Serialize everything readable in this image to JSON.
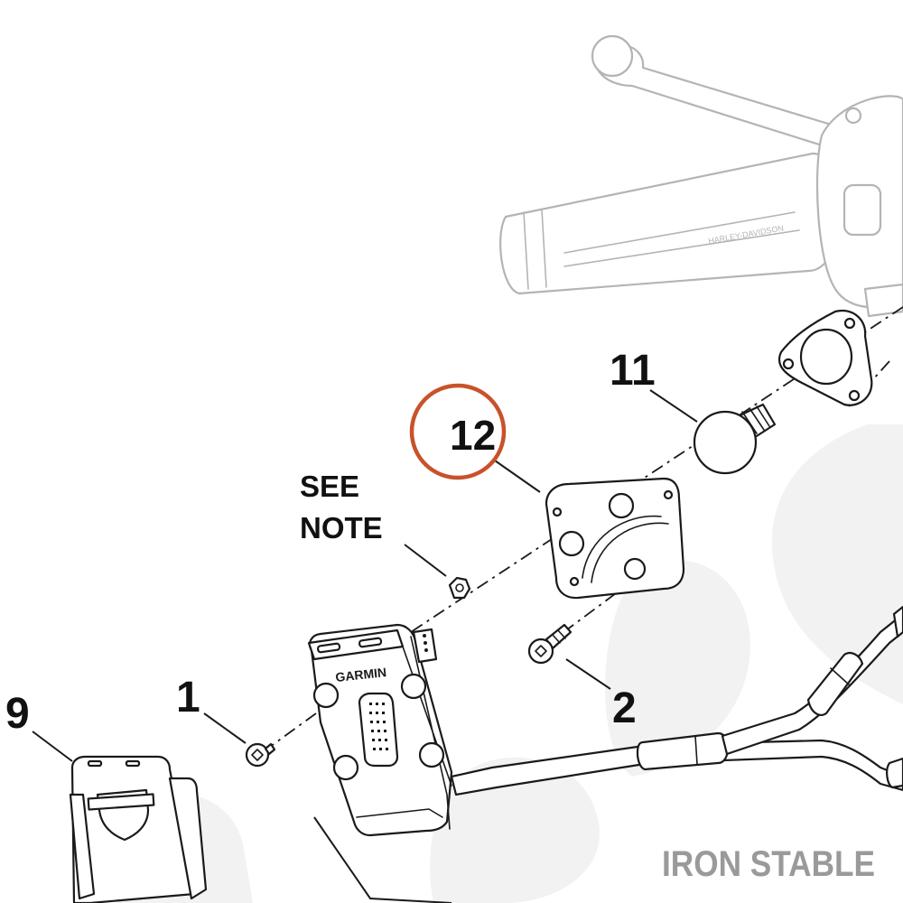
{
  "callouts": {
    "c1": "1",
    "c2": "2",
    "c9": "9",
    "c11": "11",
    "c12": "12"
  },
  "note": {
    "line1": "SEE",
    "line2": "NOTE"
  },
  "labels": {
    "garmin": "GARMIN",
    "grip_brand": "HARLEY-DAVIDSON"
  },
  "watermark": "IRON STABLE",
  "colors": {
    "highlight_circle": "#c8522a",
    "ghost_parts": "#b4b4b4",
    "ink": "#1a1a1a",
    "watermark": "#9a9a9a",
    "watermark_shape": "#f2f2f2"
  },
  "icons": {
    "bar_and_shield": "harley-bar-and-shield-logo"
  }
}
